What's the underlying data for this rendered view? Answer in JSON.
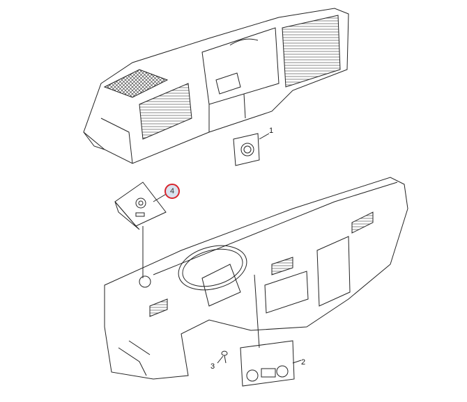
{
  "diagram": {
    "callouts": [
      {
        "label": "1",
        "part": "upper-switch"
      },
      {
        "label": "2",
        "part": "center-control-panel"
      },
      {
        "label": "3",
        "part": "screw"
      },
      {
        "label": "4",
        "part": "light-switch-module",
        "highlighted": true
      }
    ],
    "highlight_color": "#d8242c"
  }
}
